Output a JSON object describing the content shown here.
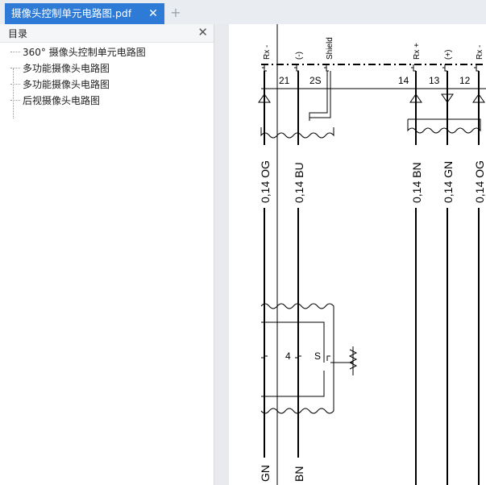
{
  "tab": {
    "title": "摄像头控制单元电路图.pdf",
    "close_glyph": "✕",
    "add_glyph": "+"
  },
  "sidebar": {
    "title": "目录",
    "close_glyph": "✕",
    "items": [
      {
        "label": "360° 摄像头控制单元电路图"
      },
      {
        "label": "多功能摄像头电路图"
      },
      {
        "label": "多功能摄像头电路图"
      },
      {
        "label": "后视摄像头电路图"
      }
    ]
  },
  "diagram": {
    "pin_labels": [
      "Rx -",
      "(-)",
      "Shield",
      "Rx +",
      "(+)",
      "Rx -"
    ],
    "pin_numbers": [
      "21",
      "2S",
      "14",
      "13",
      "12"
    ],
    "wire_labels": [
      "0,14 OG",
      "0,14 BU",
      "0,14 BN",
      "0,14 GN",
      "0,14 OG"
    ],
    "connector_pin": "4",
    "shield_mark": "S",
    "bottom_labels": [
      "GN",
      "BN"
    ],
    "colors": {
      "line": "#000000",
      "accent": "#2d7bd6"
    }
  }
}
